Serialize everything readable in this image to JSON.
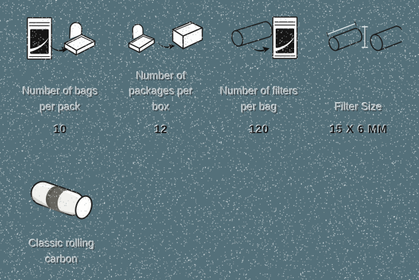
{
  "page": {
    "background_color": "#54707a",
    "noise_color": "#ffffff",
    "icon_line_color": "#1c1c1c",
    "label_text_color": "#97a2a7",
    "value_text_color": "#17191b"
  },
  "spec_columns": [
    {
      "id": "bags-per-pack",
      "icon": "bag-to-open-pack-icon",
      "label": "Number of bags\nper pack",
      "value": "10"
    },
    {
      "id": "packages-per-box",
      "icon": "open-pack-to-box-icon",
      "label": "Number of\npackages per\nbox",
      "value": "12"
    },
    {
      "id": "filters-per-bag",
      "icon": "filter-to-bag-icon",
      "label": "Number of filters\nper bag",
      "value": "120"
    },
    {
      "id": "filter-size",
      "icon": "filter-dimensions-icon",
      "label": "Filter Size",
      "value": "15 X 6 MM"
    }
  ],
  "product": {
    "image": "carbon-filter-photo",
    "label": "Classic rolling\ncarbon"
  }
}
